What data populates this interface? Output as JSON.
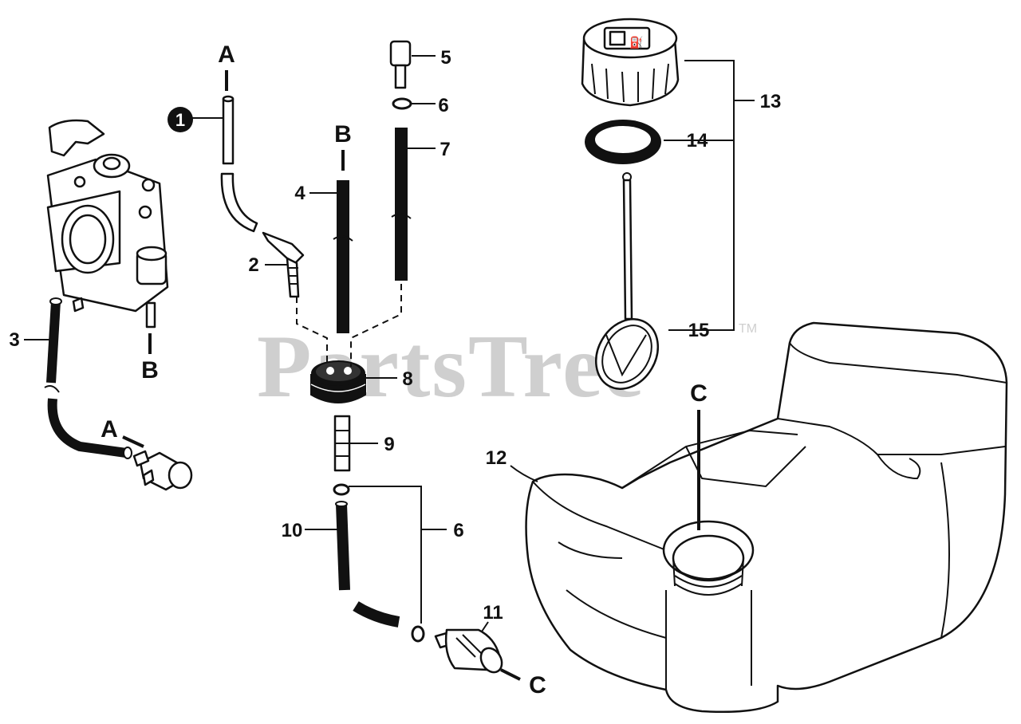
{
  "watermark": {
    "text": "PartsTree",
    "tm": "TM"
  },
  "callouts": {
    "c1": "1",
    "c2": "2",
    "c3": "3",
    "c4": "4",
    "c5": "5",
    "c6a": "6",
    "c6b": "6",
    "c7": "7",
    "c8": "8",
    "c9": "9",
    "c10": "10",
    "c11": "11",
    "c12": "12",
    "c13": "13",
    "c14": "14",
    "c15": "15"
  },
  "references": {
    "a_top": "A",
    "a_bottom": "A",
    "b_top": "B",
    "b_bottom": "B",
    "c_tank": "C",
    "c_filter": "C"
  }
}
